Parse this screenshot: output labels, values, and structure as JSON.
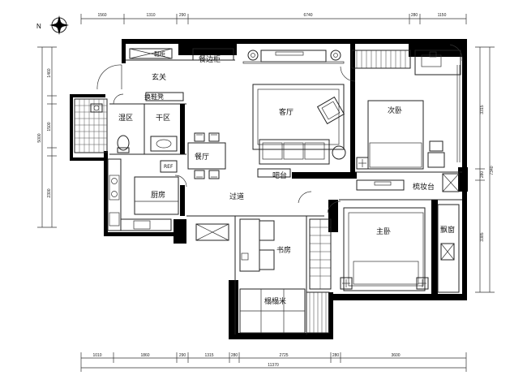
{
  "compass": {
    "north_label": "N"
  },
  "rooms": {
    "foyer": "玄关",
    "sideboard": "餐边柜",
    "shoe_cabinet": "换鞋凳",
    "shoe_rack": "鞋柜",
    "wet_zone": "湿区",
    "dry_zone": "干区",
    "living": "客厅",
    "dining": "餐厅",
    "kitchen": "厨房",
    "fridge": "REF",
    "bar": "吧台",
    "corridor": "过道",
    "second_bedroom": "次卧",
    "master_bedroom": "主卧",
    "dresser": "梳妆台",
    "bay_window": "飘窗",
    "study": "书房",
    "tatami": "榻榻米"
  },
  "dimensions": {
    "top": [
      "1560",
      "1310",
      "290",
      "6740",
      "280",
      "1150"
    ],
    "bottom": [
      "1010",
      "1860",
      "290",
      "1315",
      "280",
      "2725",
      "280",
      "3600"
    ],
    "bottom_total": "11370",
    "left": [
      "1460",
      "1500",
      "5000",
      "2300"
    ],
    "right": [
      "3315",
      "280",
      "7340",
      "3385"
    ]
  }
}
